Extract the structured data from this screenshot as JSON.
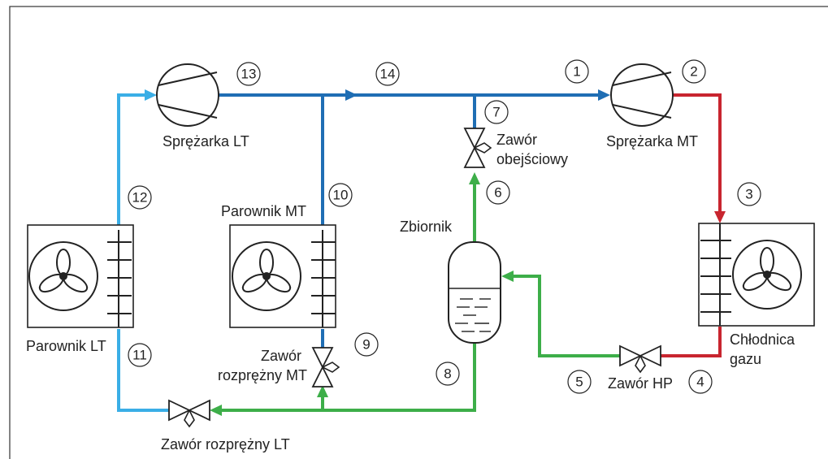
{
  "colors": {
    "suction_line": "#1f6eb4",
    "lt_line": "#3aaee6",
    "liquid_line": "#3dae49",
    "hot_gas_line": "#c8252f",
    "outline": "#222222",
    "frame": "#333333"
  },
  "labels": {
    "compressor_lt": "Sprężarka LT",
    "compressor_mt": "Sprężarka MT",
    "evaporator_mt": "Parownik MT",
    "evaporator_lt": "Parownik LT",
    "receiver": "Zbiornik",
    "bypass_valve_line1": "Zawór",
    "bypass_valve_line2": "obejściowy",
    "mt_valve_line1": "Zawór",
    "mt_valve_line2": "rozprężny MT",
    "lt_valve": "Zawór rozprężny LT",
    "hp_valve": "Zawór HP",
    "gas_cooler_line1": "Chłodnica",
    "gas_cooler_line2": "gazu"
  },
  "points": [
    "1",
    "2",
    "3",
    "4",
    "5",
    "6",
    "7",
    "8",
    "9",
    "10",
    "11",
    "12",
    "13",
    "14"
  ]
}
